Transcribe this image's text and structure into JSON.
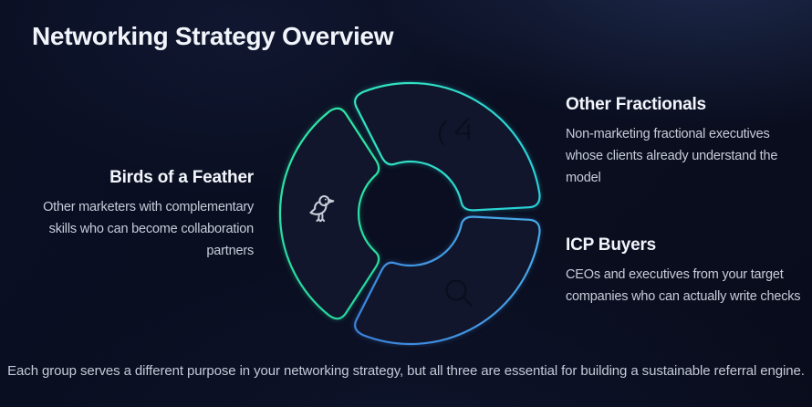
{
  "slide": {
    "title": "Networking Strategy Overview",
    "footer": "Each group serves a different purpose in your networking strategy, but all three are essential for building a sustainable referral engine."
  },
  "diagram": {
    "type": "three-segment-ring",
    "segments": [
      {
        "id": "birds-of-a-feather",
        "heading": "Birds of a Feather",
        "description": "Other marketers with complementary skills who can become collaboration partners",
        "icon": "bird-icon",
        "ring_color_start": "#2de8a6",
        "ring_color_end": "#27d89e",
        "label_side": "left"
      },
      {
        "id": "other-fractionals",
        "heading": "Other Fractionals",
        "description": "Non-marketing fractional executives whose clients already understand the model",
        "icon": "handshake-icon",
        "ring_color_start": "#33e7b9",
        "ring_color_end": "#28cfda",
        "label_side": "top-right"
      },
      {
        "id": "icp-buyers",
        "heading": "ICP Buyers",
        "description": "CEOs and executives from your target companies who can actually write checks",
        "icon": "magnifier-icon",
        "ring_color_start": "#46a9e8",
        "ring_color_end": "#3c84dc",
        "label_side": "bottom-right"
      }
    ]
  },
  "colors": {
    "background": "#0a0e20",
    "heading_text": "#f2f5fb",
    "body_text": "#c7ccd9",
    "segment_fill": "#11162c",
    "light_icon": "#c9cdd8",
    "dark_icon": "#0a0e1c"
  }
}
